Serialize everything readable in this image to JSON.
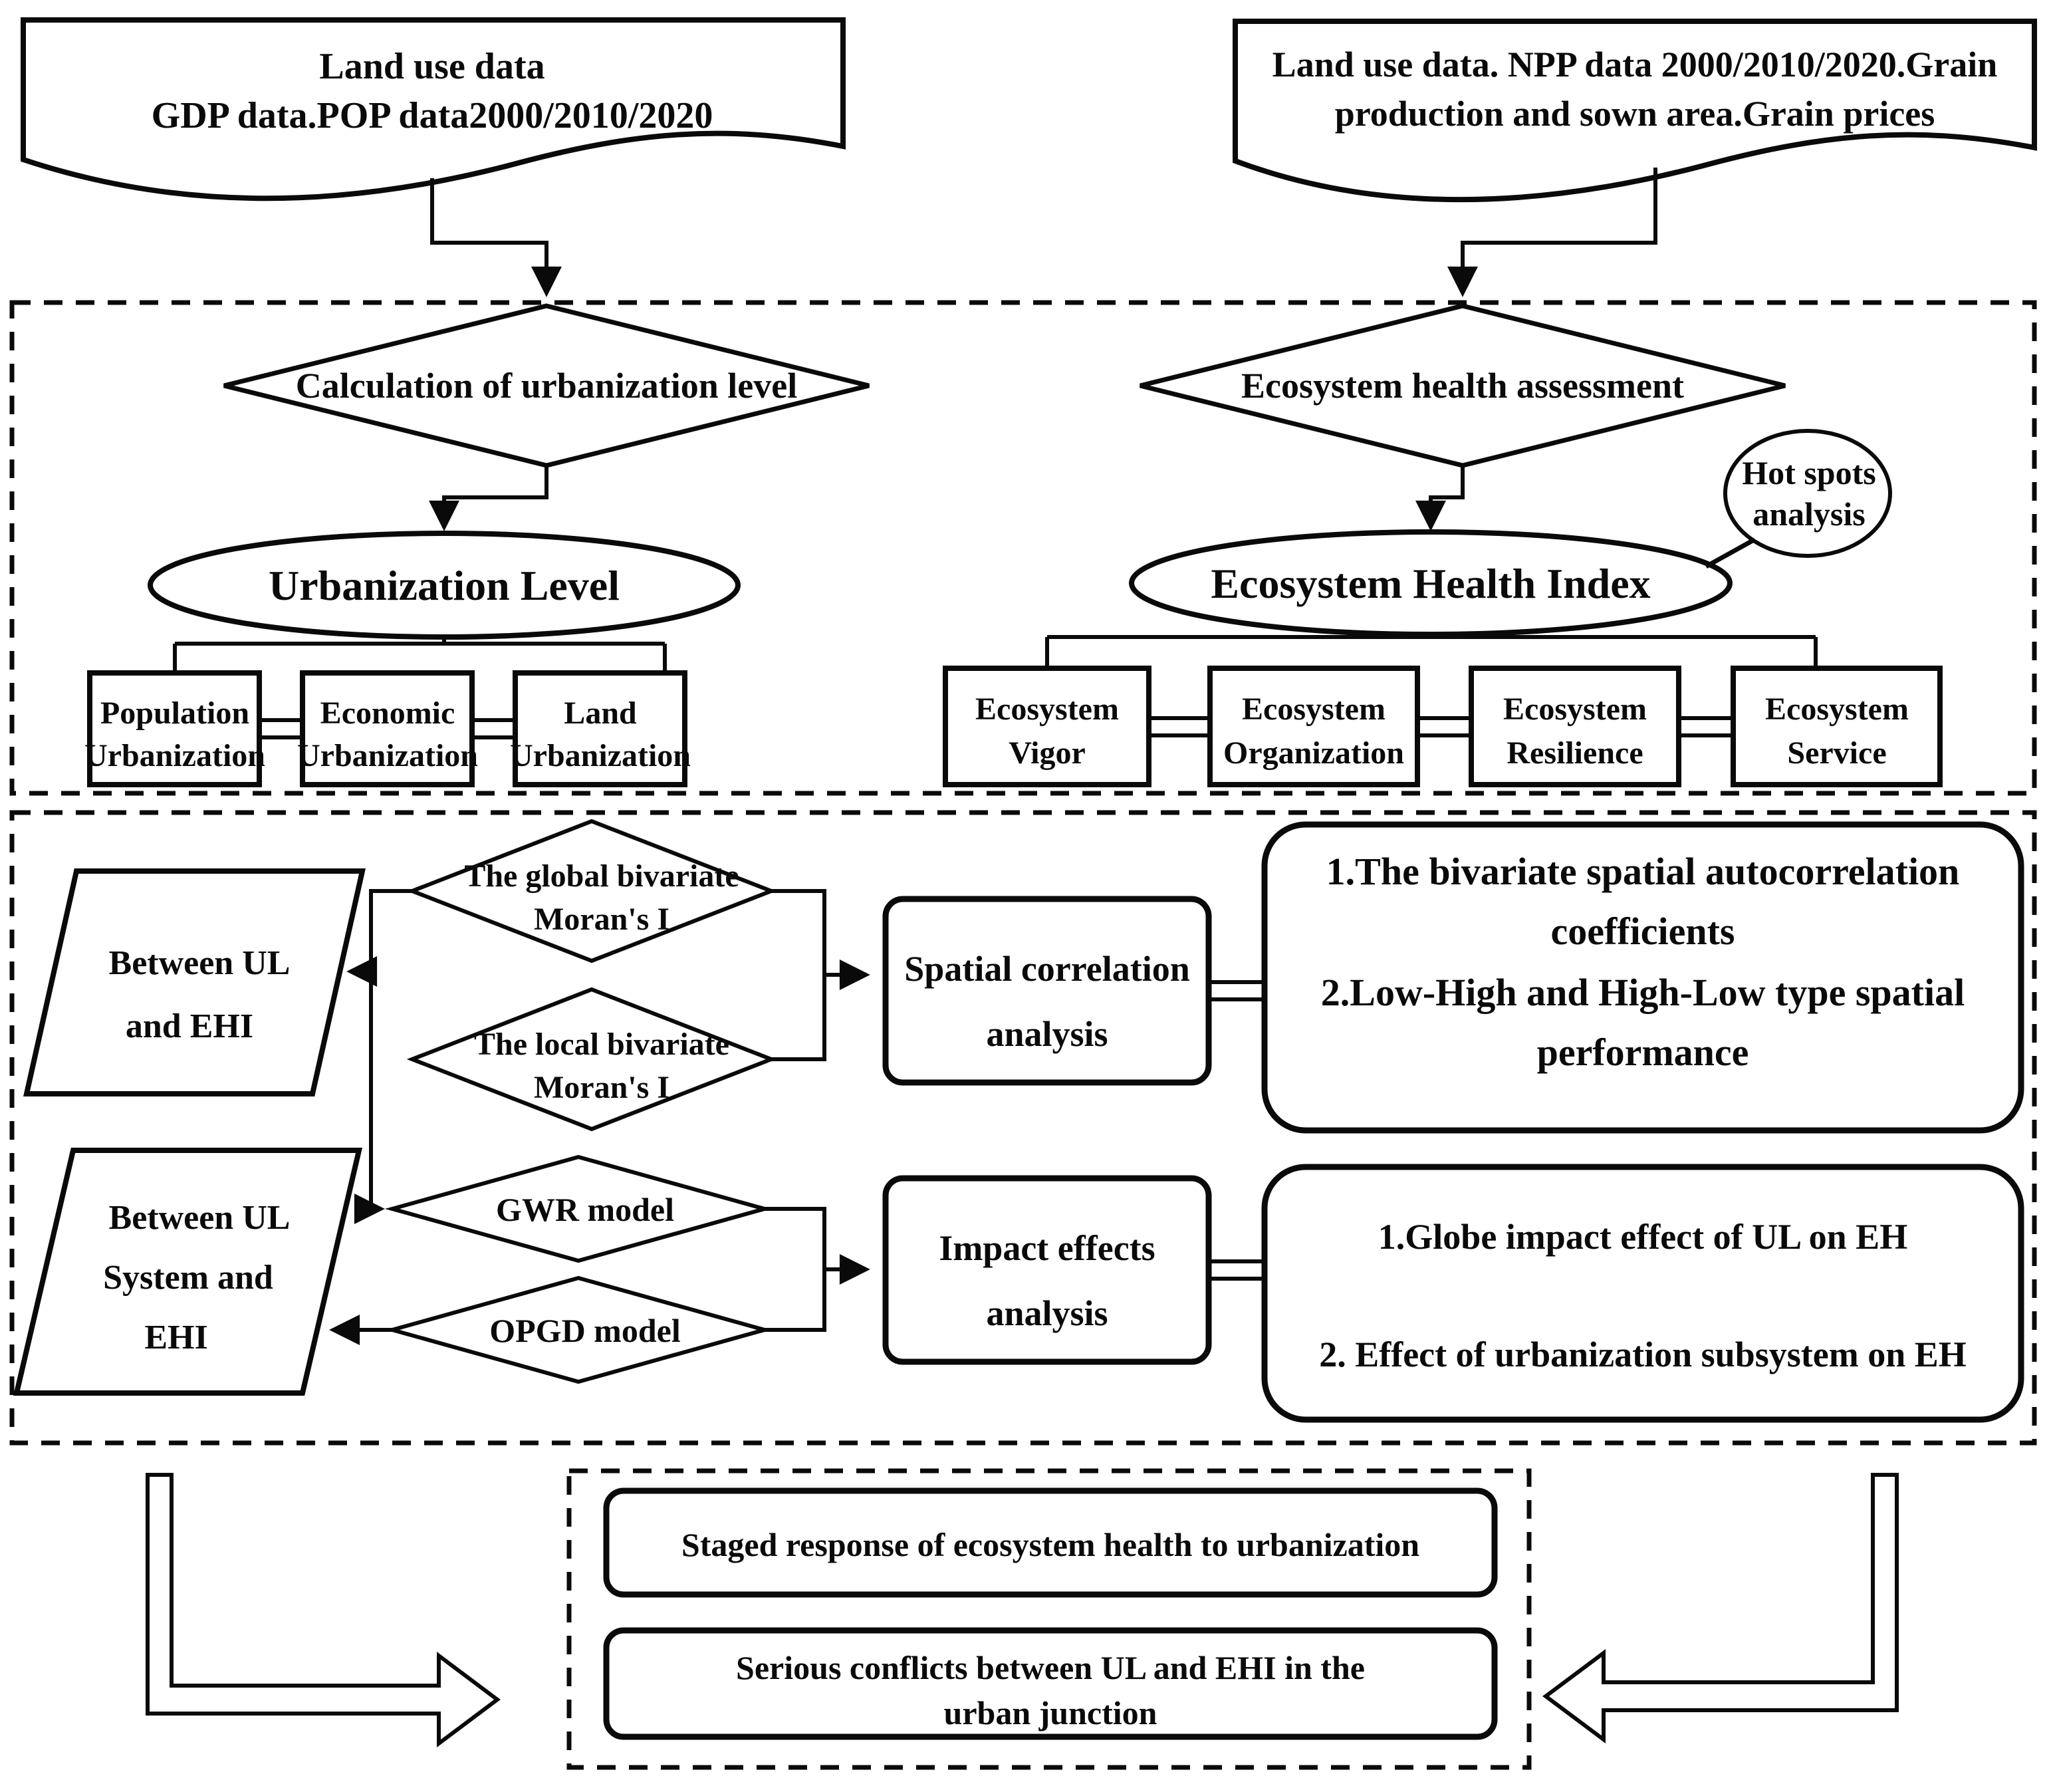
{
  "d": {
    "doc_left": {
      "lines": [
        "Land use data",
        "GDP data.POP data2000/2010/2020"
      ]
    },
    "doc_right": {
      "lines": [
        "Land use data. NPP data 2000/2010/2020.Grain",
        "production and sown area.Grain prices"
      ]
    },
    "decision_left": {
      "label": "Calculation of urbanization level"
    },
    "decision_right": {
      "label": "Ecosystem health assessment"
    },
    "ellipse_left": {
      "label": "Urbanization Level"
    },
    "ellipse_right": {
      "label": "Ecosystem Health Index"
    },
    "hotspots": {
      "lines": [
        "Hot spots",
        "analysis"
      ]
    },
    "ul_boxes": [
      [
        "Population",
        "Urbanization"
      ],
      [
        "Economic",
        "Urbanization"
      ],
      [
        "Land",
        "Urbanization"
      ]
    ],
    "eh_boxes": [
      [
        "Ecosystem",
        "Vigor"
      ],
      [
        "Ecosystem",
        "Organization"
      ],
      [
        "Ecosystem",
        "Resilience"
      ],
      [
        "Ecosystem",
        "Service"
      ]
    ],
    "moran_global": {
      "lines": [
        "The global bivariate",
        "Moran's I"
      ]
    },
    "moran_local": {
      "lines": [
        "The local bivariate",
        "Moran's I"
      ]
    },
    "gwr": {
      "label": "GWR model"
    },
    "opgd": {
      "label": "OPGD model"
    },
    "between_ul_ehi": {
      "lines": [
        "Between UL",
        "and EHI"
      ]
    },
    "between_ul_sys": {
      "lines": [
        "Between UL",
        "System and",
        "EHI"
      ]
    },
    "spatial_box": {
      "lines": [
        "Spatial correlation",
        "analysis"
      ]
    },
    "impact_box": {
      "lines": [
        "Impact effects",
        "analysis"
      ]
    },
    "spatial_results": {
      "lines": [
        "1.The bivariate spatial autocorrelation",
        "coefficients",
        "2.Low-High and High-Low type spatial",
        "performance"
      ]
    },
    "impact_results": {
      "lines": [
        "1.Globe impact effect of UL on EH",
        "2. Effect of urbanization subsystem on EH"
      ]
    },
    "conclusion_1": {
      "lines": [
        "Staged response of ecosystem health to urbanization"
      ]
    },
    "conclusion_2": {
      "lines": [
        "Serious conflicts between UL and EHI in the",
        "urban junction"
      ]
    },
    "colors": {
      "ink": "#0a0a0a",
      "paper": "#ffffff"
    }
  }
}
